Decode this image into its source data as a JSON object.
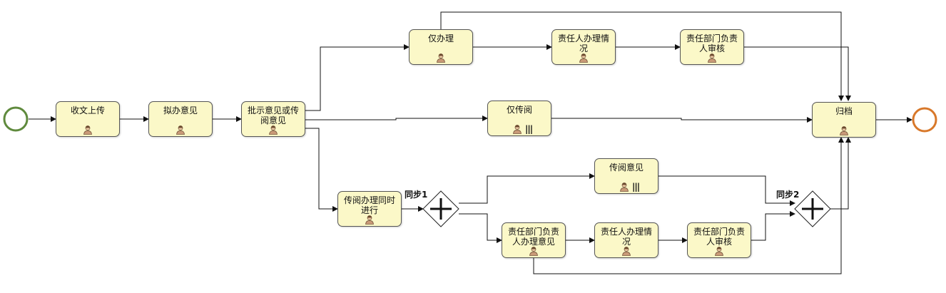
{
  "tasks": {
    "shouwen": {
      "label": "收文上传"
    },
    "niban": {
      "label": "拟办意见"
    },
    "pishi": {
      "label": "批示意见或传\n阅意见"
    },
    "jinban": {
      "label": "仅办理"
    },
    "zeren_top": {
      "label": "责任人办理情\n况"
    },
    "bumen_top": {
      "label": "责任部门负责\n人审核"
    },
    "jinchuanyue": {
      "label": "仅传阅"
    },
    "guidang": {
      "label": "归档"
    },
    "tongshi": {
      "label": "传阅办理同时\n进行"
    },
    "chuanyue_yijian": {
      "label": "传阅意见"
    },
    "bumen_yijian": {
      "label": "责任部门负责\n人办理意见"
    },
    "zeren_bottom": {
      "label": "责任人办理情\n况"
    },
    "bumen_bottom": {
      "label": "责任部门负责\n人审核"
    }
  },
  "gateways": {
    "sync1": {
      "label": "同步1"
    },
    "sync2": {
      "label": "同步2"
    }
  },
  "colors": {
    "task_fill": "#fbf8c8",
    "start_event": "#5f8a3d",
    "end_event": "#d8782a"
  }
}
